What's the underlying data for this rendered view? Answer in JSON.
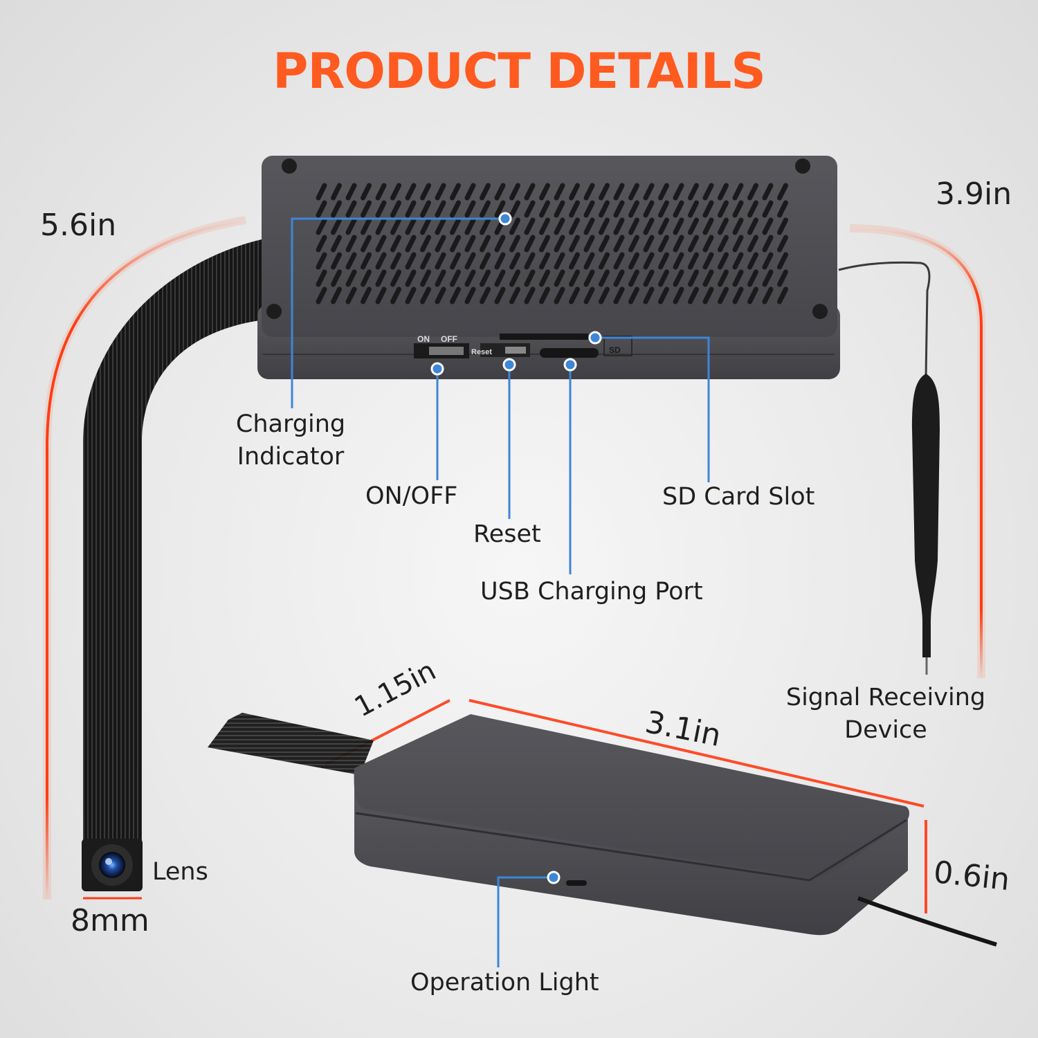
{
  "title": "PRODUCT DETAILS",
  "colors": {
    "accent": "#ff5a1f",
    "callout_line": "#3d86d8",
    "device_body": "#4a4a4f",
    "dimension_line": "#ff3a14"
  },
  "callouts": {
    "charging_indicator": "Charging\nIndicator",
    "on_off": "ON/OFF",
    "reset": "Reset",
    "usb_port": "USB Charging Port",
    "sd_slot": "SD Card Slot",
    "signal_device": "Signal Receiving\nDevice",
    "lens": "Lens",
    "operation_light": "Operation Light"
  },
  "dimensions": {
    "cable_length": "5.6in",
    "antenna_length": "3.9in",
    "width": "1.15in",
    "length": "3.1in",
    "height": "0.6in",
    "lens_size": "8mm"
  },
  "device_markings": {
    "switch_on": "ON",
    "switch_off": "OFF",
    "reset": "Reset",
    "sd": "SD"
  }
}
